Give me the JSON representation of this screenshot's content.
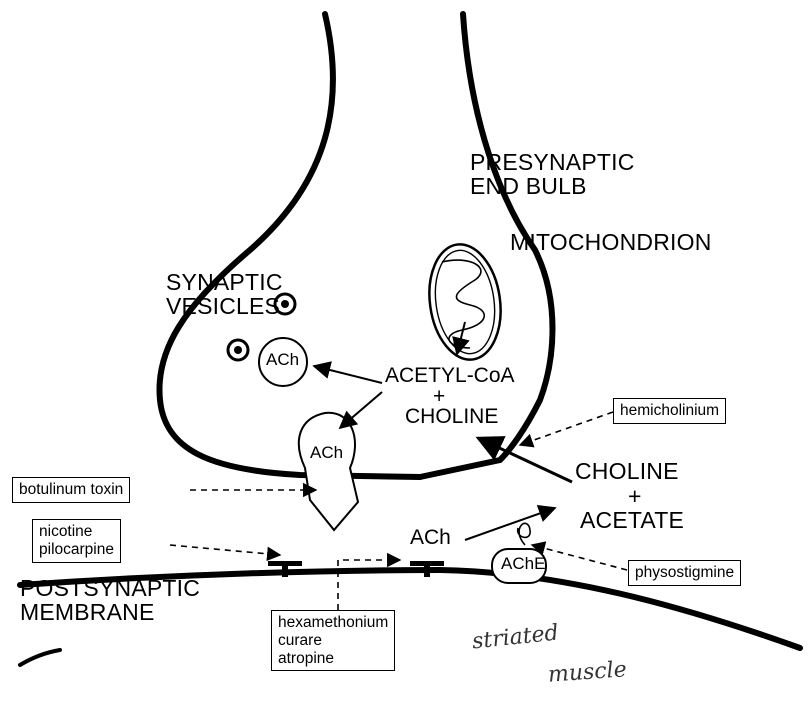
{
  "diagram": {
    "labels": {
      "presynaptic_end_bulb": [
        "PRESYNAPTIC",
        "END BULB"
      ],
      "mitochondrion": "MITOCHONDRION",
      "synaptic_vesicles": [
        "SYNAPTIC",
        "VESICLES"
      ],
      "ach_vesicle": "ACh",
      "ach_release": "ACh",
      "acetyl_coa": "ACETYL-CoA",
      "plus_1": "+",
      "choline": "CHOLINE",
      "choline_2": "CHOLINE",
      "plus_2": "+",
      "acetate": "ACETATE",
      "ach_cleft": "ACh",
      "ache": "AChE",
      "postsynaptic_membrane": [
        "POSTSYNAPTIC",
        "MEMBRANE"
      ]
    },
    "boxes": {
      "hemicholinium": "hemicholinium",
      "botulinum_toxin": "botulinum toxin",
      "nicotine_pilocarpine": [
        "nicotine",
        "pilocarpine"
      ],
      "physostigmine": "physostigmine",
      "hexamethonium_curare_atropine": [
        "hexamethonium",
        "curare",
        "atropine"
      ]
    },
    "handwriting": [
      "striated",
      "muscle"
    ]
  }
}
